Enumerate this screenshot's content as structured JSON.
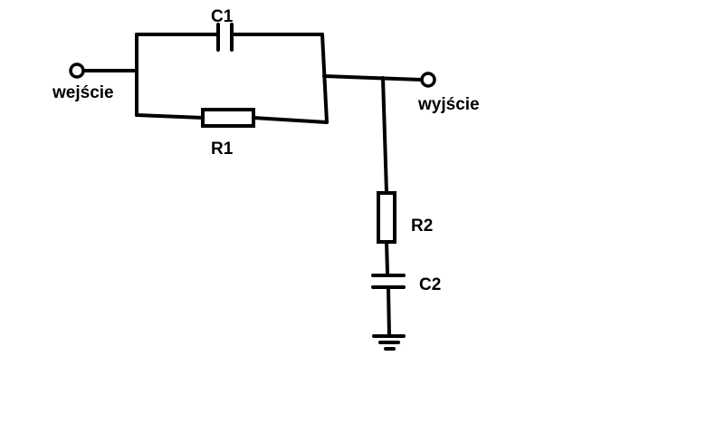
{
  "components": {
    "c1": {
      "label": "C1"
    },
    "r1": {
      "label": "R1"
    },
    "r2": {
      "label": "R2"
    },
    "c2": {
      "label": "C2"
    }
  },
  "terminals": {
    "input": {
      "label": "wejście"
    },
    "output": {
      "label": "wyjście"
    }
  },
  "ground": {
    "icon": "ground-icon"
  }
}
